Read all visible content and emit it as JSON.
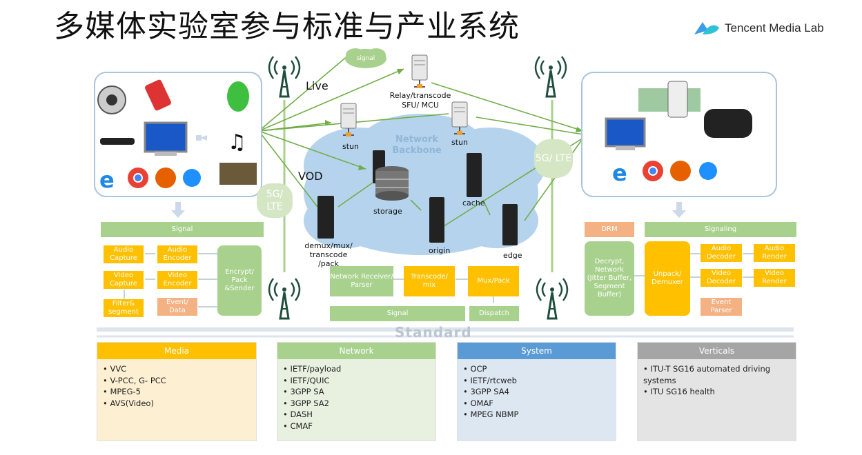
{
  "title": "多媒体实验室参与标准与产业系统",
  "logo": {
    "text": "Tencent Media Lab",
    "icon": "tencent-cloud-logo"
  },
  "diagram": {
    "signal_cloud": "signal",
    "live": "Live",
    "vod": "VOD",
    "relay": "Relay/transcode SFU/ MCU",
    "stun_left": "stun",
    "stun_right": "stun",
    "network_backbone": "Network Backbone",
    "storage": "storage",
    "cache": "cache",
    "origin": "origin",
    "edge": "edge",
    "demux": "demux/mux/ transcode /pack",
    "lte_left": "5G/ LTE",
    "lte_right": "5G/ LTE"
  },
  "sender": {
    "signal": "Signal",
    "audio_capture": "Audio Capture",
    "audio_encoder": "Audio Encoder",
    "video_capture": "Video Capture",
    "video_encoder": "Video Encoder",
    "filter": "Filter& segment",
    "event_data": "Event/ Data",
    "encrypt": "Encrypt/ Pack &Sender"
  },
  "middle": {
    "network_receiver": "Network Receiver/ Parser",
    "transcode": "Transcode/ mix",
    "mux_pack": "Mux/Pack",
    "signal": "Signal",
    "dispatch": "Dispatch"
  },
  "receiver": {
    "drm": "DRM",
    "signaling": "Signaling",
    "decrypt": "Decrypt, Network (Jitter Buffer, Segment Buffer)",
    "unpack": "Unpack/ Demuxer",
    "audio_decoder": "Audio Decoder",
    "audio_render": "Audio Render",
    "video_decoder": "Video Decoder",
    "video_render": "Video Render",
    "event_parser": "Event Parser"
  },
  "standard_label": "Standard",
  "standards": [
    {
      "name": "Media",
      "color": "#ffc000",
      "bg": "#fdf0d2",
      "items": [
        "VVC",
        "V-PCC, G- PCC",
        "MPEG-5",
        "AVS(Video)"
      ]
    },
    {
      "name": "Network",
      "color": "#a9d18e",
      "bg": "#e8f1e0",
      "items": [
        "IETF/payload",
        "IETF/QUIC",
        "3GPP SA",
        "3GPP SA2",
        "DASH",
        "CMAF"
      ]
    },
    {
      "name": "System",
      "color": "#5b9bd5",
      "bg": "#dde7f2",
      "items": [
        "OCP",
        "IETF/rtcweb",
        "3GPP SA4",
        "OMAF",
        "MPEG NBMP"
      ]
    },
    {
      "name": "Verticals",
      "color": "#a5a5a5",
      "bg": "#e4e4e4",
      "items": [
        "ITU-T SG16 automated driving systems",
        "ITU SG16 health"
      ]
    }
  ]
}
